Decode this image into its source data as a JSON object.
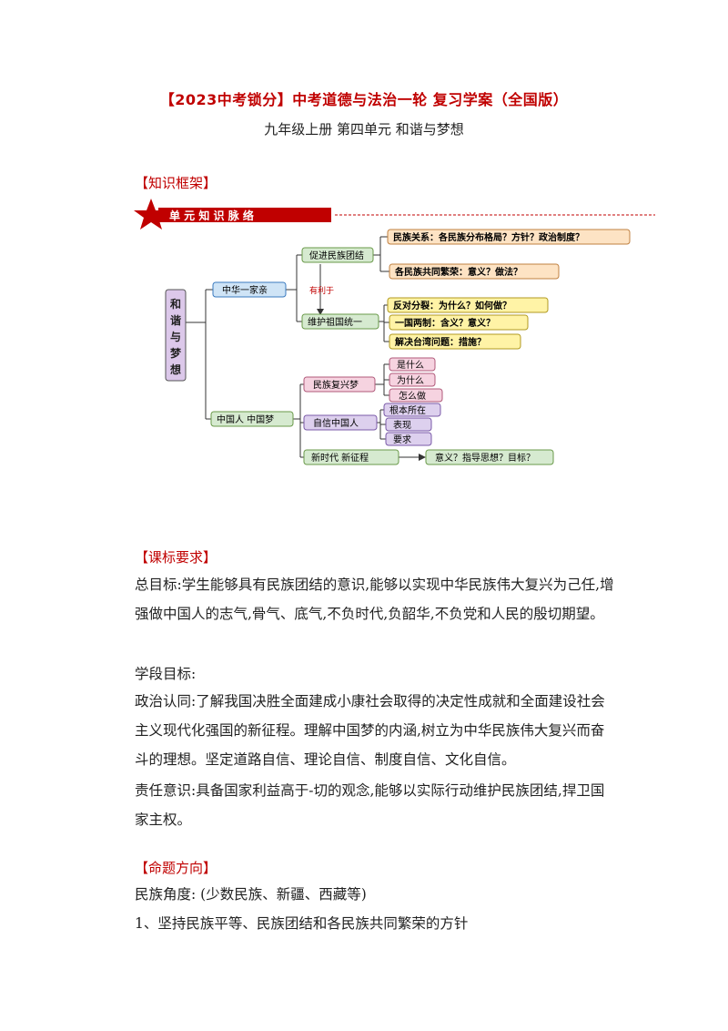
{
  "header": {
    "title": "【2023中考锁分】中考道德与法治一轮  复习学案（全国版）",
    "subtitle": "九年级上册  第四单元  和谐与梦想"
  },
  "sections": {
    "framework": "【知识框架】",
    "standard": "【课标要求】",
    "direction": "【命题方向】"
  },
  "mindmap": {
    "banner": "单  元  知  识  脉  络",
    "root": "和谐与梦想",
    "branch1": "中华一家亲",
    "branch2": "中国人  中国梦",
    "b1_child1": "促进民族团结",
    "b1_child2": "维护祖国统一",
    "link_label": "有利于",
    "c1_leaf1": "民族关系：各民族分布格局？方针？政治制度？",
    "c1_leaf2": "各民族共同繁荣：意义？做法？",
    "c2_leaf1": "反对分裂：为什么？如何做？",
    "c2_leaf2": "一国两制：含义？意义？",
    "c2_leaf3": "解决台湾问题：措施？",
    "b2_child1": "民族复兴梦",
    "b2_child2": "自信中国人",
    "b2_child3": "新时代  新征程",
    "d1_leaf1": "是什么",
    "d1_leaf2": "为什么",
    "d1_leaf3": "怎么做",
    "d2_leaf1": "根本所在",
    "d2_leaf2": "表现",
    "d2_leaf3": "要求",
    "d3_leaf1": "意义？指导思想？目标？",
    "colors": {
      "banner_red": "#c00000",
      "peach": "#fde3c4",
      "yellow": "#fff3a6",
      "blue": "#cfe4f6",
      "green": "#d6ead0",
      "pink": "#f6d3e0",
      "purple": "#ddd0ee",
      "root": "#dcc8ea"
    }
  },
  "standard": {
    "p1": "总目标:学生能够具有民族团结的意识,能够以实现中华民族伟大复兴为己任,增强做中国人的志气,骨气、底气,不负时代,负韶华,不负党和人民的殷切期望。",
    "p2": "学段目标:",
    "p3": "政治认同:了解我国决胜全面建成小康社会取得的决定性成就和全面建设社会主义现代化强国的新征程。理解中国梦的内涵,树立为中华民族伟大复兴而奋斗的理想。坚定道路自信、理论自信、制度自信、文化自信。",
    "p4": "责任意识:具备国家利益高于-切的观念,能够以实际行动维护民族团结,捍卫国家主权。"
  },
  "direction": {
    "l1": "民族角度: (少数民族、新疆、西藏等)",
    "l2": "1、坚持民族平等、民族团结和各民族共同繁荣的方针"
  }
}
